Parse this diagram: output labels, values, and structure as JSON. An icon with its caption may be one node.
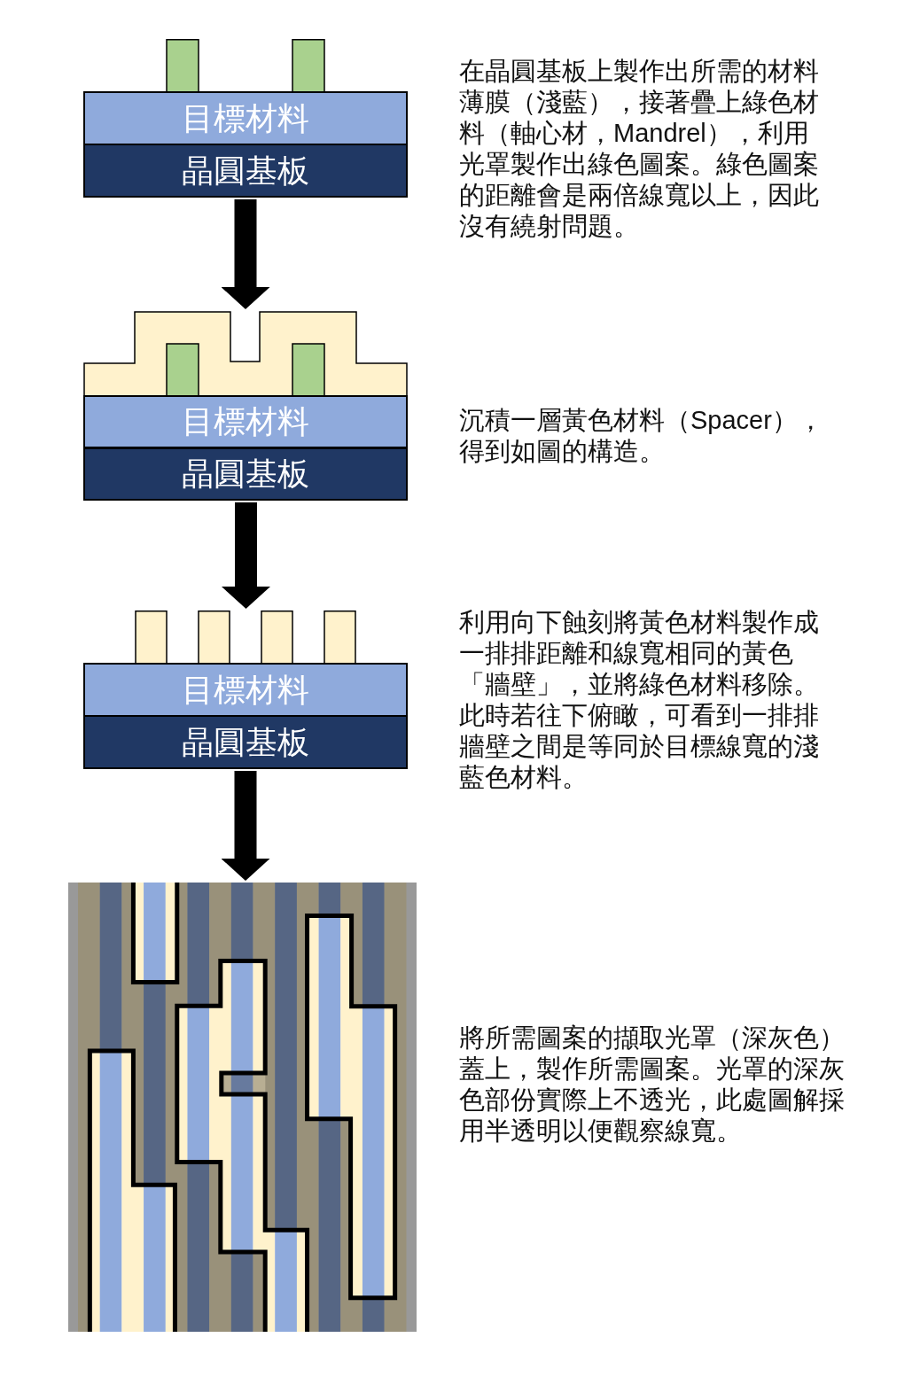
{
  "diagram": {
    "nodes": [
      {
        "text": [
          "目標材料"
        ]
      },
      {
        "text": [
          "晶圓基板"
        ]
      },
      {
        "text": [],
        "shape": "picture"
      },
      {
        "text": [
          "目標材料"
        ]
      },
      {
        "text": [
          "晶圓基板"
        ]
      },
      {
        "text": [],
        "shape": "picture"
      },
      {
        "text": [
          "目標材料"
        ]
      },
      {
        "text": [
          "晶圓基板"
        ]
      },
      {
        "text": [],
        "shape": "picture"
      }
    ],
    "edges": [
      {
        "from": 1,
        "to": 2,
        "arrow": "to"
      },
      {
        "from": 4,
        "to": 5,
        "arrow": "to"
      },
      {
        "from": 7,
        "to": 8,
        "arrow": "to"
      }
    ],
    "labels": [
      "在晶圓基板上製作出所需的材料薄膜（淺藍），接著疊上綠色材料（軸心材，Mandrel），利用光罩製作出綠色圖案。綠色圖案的距離會是兩倍線寬以上，因此沒有繞射問題。",
      "沉積一層黃色材料（Spacer），得到如圖的構造。",
      "利用向下蝕刻將黃色材料製作成一排排距離和線寬相同的黃色「牆壁」，並將綠色材料移除。此時若往下俯瞰，可看到一排排牆壁之間是等同於目標線寬的淺藍色材料。",
      "將所需圖案的擷取光罩（深灰色）蓋上，製作所需圖案。光罩的深灰色部份實際上不透光，此處圖解採用半透明以便觀察線寬。"
    ]
  }
}
